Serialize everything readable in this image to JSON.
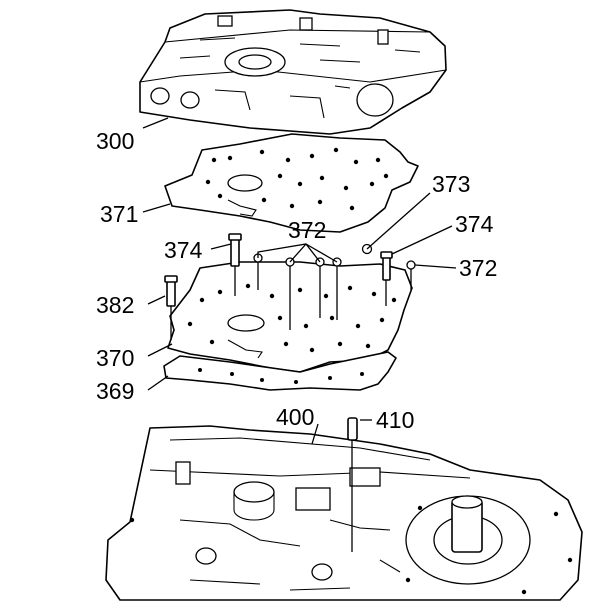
{
  "callouts": {
    "c300": "300",
    "c371": "371",
    "c373": "373",
    "c372a": "372",
    "c374a": "374",
    "c374b": "374",
    "c372b": "372",
    "c382": "382",
    "c370": "370",
    "c369": "369",
    "c400": "400",
    "c410": "410"
  },
  "colors": {
    "line": "#000000",
    "background": "#ffffff"
  }
}
